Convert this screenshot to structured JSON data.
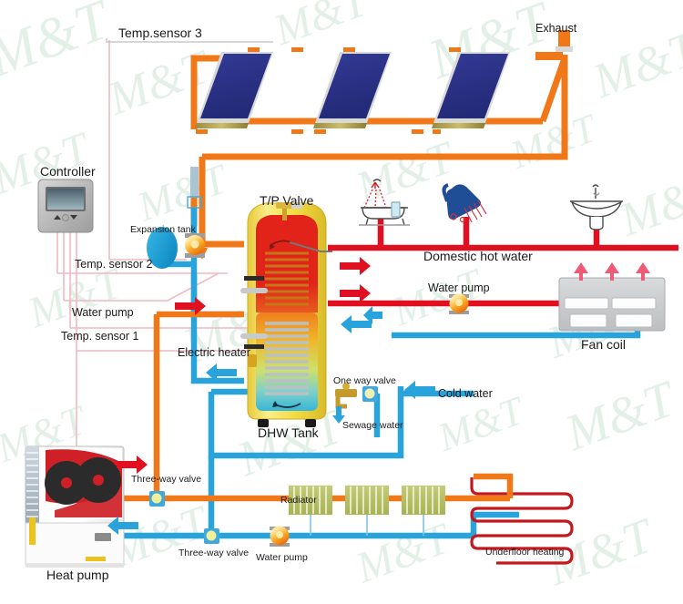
{
  "diagram": {
    "title": "Solar Thermal and Heat Pump Domestic Hot Water & Heating System",
    "watermark_text": "M&T",
    "background_color": "#ffffff"
  },
  "colors": {
    "hot_pipe_red": "#e01020",
    "solar_pipe_orange": "#f07818",
    "cold_pipe_blue": "#29a3dc",
    "sensor_wire_pink": "#f0b9c4",
    "collector_blue": "#2a2f86",
    "tank_shell_yellow": "#f5e04a",
    "tank_hot_red": "#e2231a",
    "radiator_olive": "#b5bf62",
    "heat_pump_red": "#cf2027",
    "fan_coil_gray": "#c9cacc",
    "arrow_red": "#e01020",
    "arrow_blue": "#29a3dc",
    "fan_arrow_pink": "#ef5a76"
  },
  "labels": {
    "temp_sensor_3": "Temp.sensor 3",
    "exhaust": "Exhaust",
    "controller": "Controller",
    "tp_valve": "T/P Valve",
    "expansion_tank": "Expansion tank",
    "temp_sensor_2": "Temp. sensor  2",
    "water_pump_solar": "Water pump",
    "temp_sensor_1": "Temp. sensor  1",
    "electric_heater": "Electric heater",
    "domestic_hot_water": "Domestic hot water",
    "water_pump_fancoil": "Water  pump",
    "fan_coil": "Fan coil",
    "one_way_valve": "One way valve",
    "cold_water": "Cold  water",
    "sewage_water": "Sewage water",
    "dhw_tank": "DHW Tank",
    "three_way_valve_top": "Three-way valve",
    "three_way_valve_bottom": "Three-way valve",
    "water_pump_heating": "Water  pump",
    "radiator": "Radiator",
    "underfloor_heating": "Underfloor heating",
    "heat_pump": "Heat pump"
  },
  "components": {
    "solar_collectors": {
      "count": 3,
      "name": "flat-plate solar collector"
    },
    "radiators": {
      "count": 3,
      "name": "panel radiator"
    },
    "fan_coil_arrows": 3,
    "heat_pump_fans": 2,
    "fixtures": [
      "bathtub",
      "shower",
      "sink"
    ]
  },
  "flow_arrows": {
    "red_count": 4,
    "blue_count": 5,
    "orange_count": 2,
    "pink_up_count": 3
  }
}
